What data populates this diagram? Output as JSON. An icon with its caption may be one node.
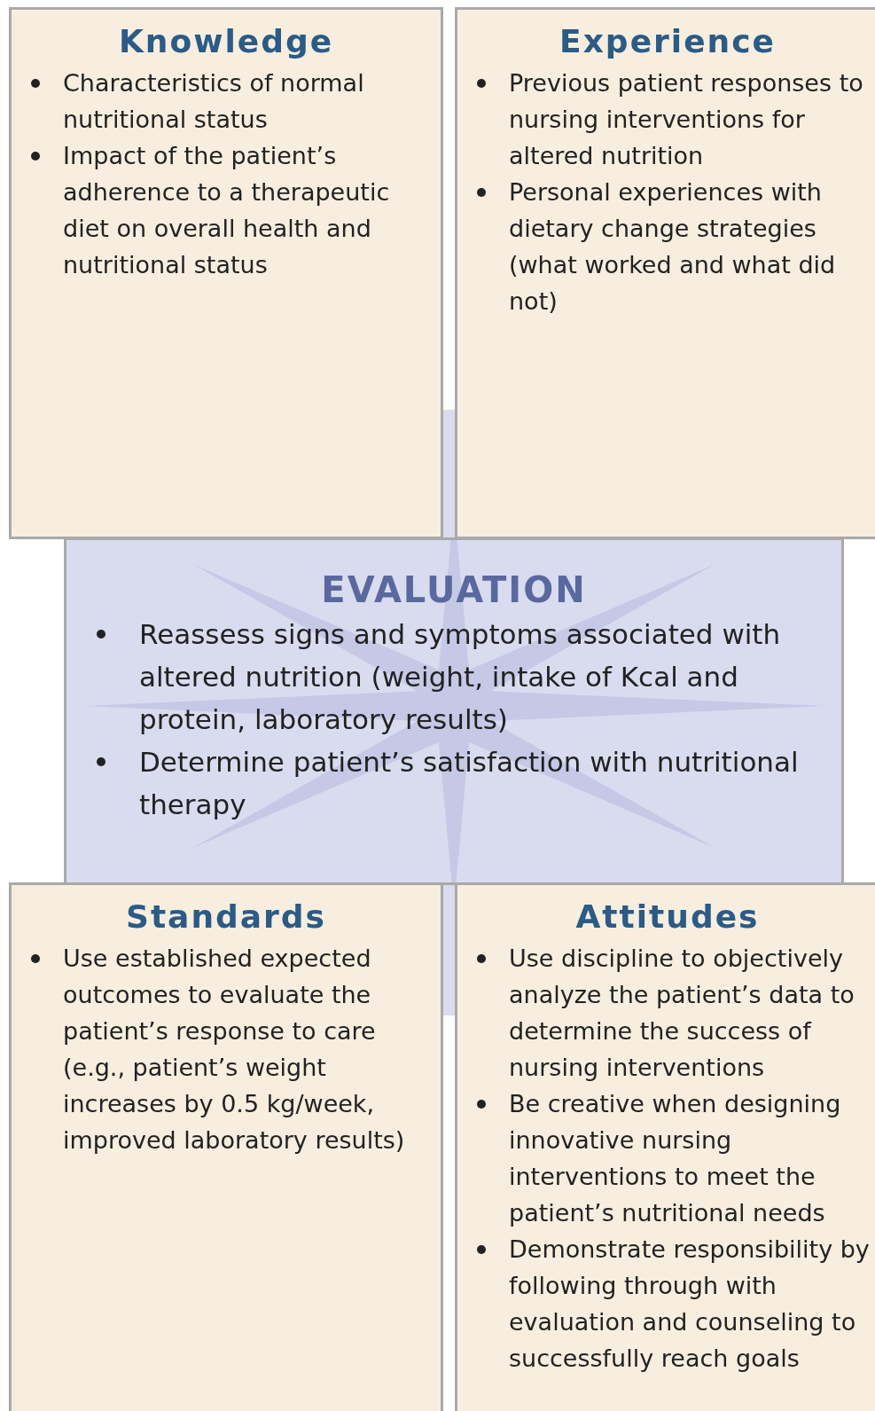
{
  "diagram": {
    "nodes": [
      {
        "text": [
          "Knowledge",
          "Characteristics of normal nutritional status",
          "Impact of the patient’s adherence to a therapeutic diet on overall health and nutritional status"
        ]
      },
      {
        "text": [
          "Experience",
          "Previous patient responses to nursing interventions for altered nutrition",
          "Personal experiences with dietary change strategies (what worked and what did not)"
        ]
      },
      {
        "text": [
          "EVALUATION",
          "Reassess signs and symptoms associated with altered nutrition (weight, intake of Kcal and protein, laboratory results)",
          "Determine patient’s satisfaction with nutritional therapy"
        ]
      },
      {
        "text": [
          "Standards",
          "Use established expected outcomes to evaluate the patient’s response to care (e.g., patient’s weight increases by 0.5 kg/week, improved laboratory results)"
        ]
      },
      {
        "text": [
          "Attitudes",
          "Use discipline to objectively analyze the patient’s data to determine the success of nursing interventions",
          "Be creative when designing innovative nursing interventions to meet the patient’s nutritional needs",
          "Demonstrate responsibility by following through with evaluation and counseling to successfully reach goals"
        ]
      }
    ],
    "edges": []
  }
}
